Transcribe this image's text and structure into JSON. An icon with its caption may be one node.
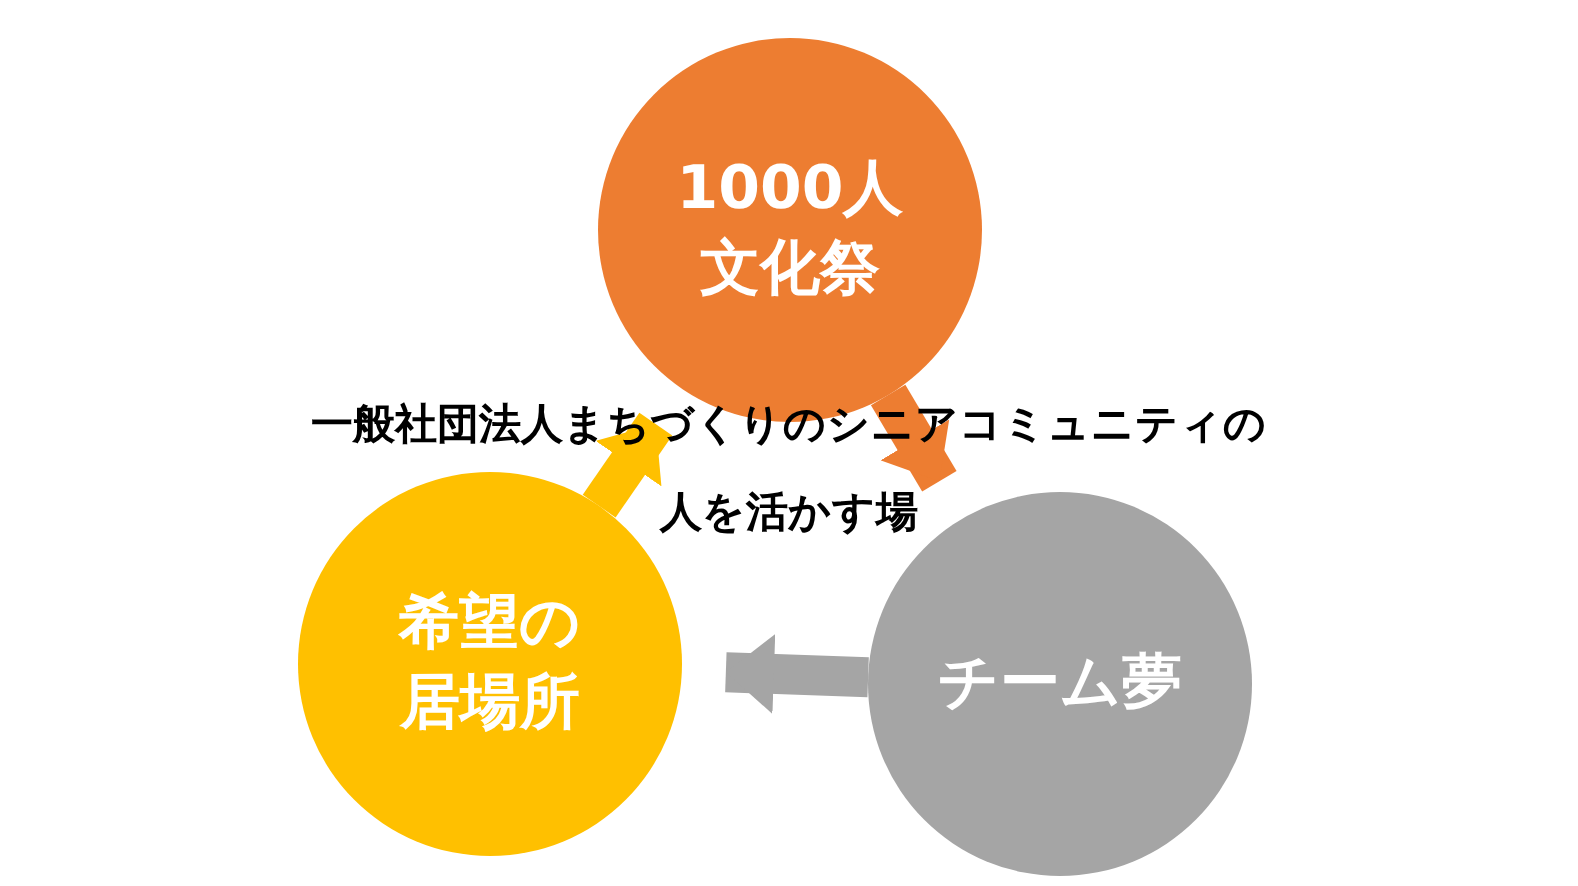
{
  "diagram": {
    "nodes": [
      {
        "text": [
          "1000人文化祭"
        ]
      },
      {
        "text": [
          "チーム夢"
        ]
      },
      {
        "text": [
          "希望の居場所"
        ]
      }
    ],
    "edges": [
      {
        "from": 0,
        "to": 1,
        "arrow": "to",
        "color": "#ed7d31"
      },
      {
        "from": 1,
        "to": 2,
        "arrow": "to",
        "color": "#a5a5a5"
      },
      {
        "from": 2,
        "to": 0,
        "arrow": "to",
        "color": "#ffc000"
      }
    ],
    "labels": [
      "一般社団法人まちづくりのシニアコミュニティの人を活かす場"
    ]
  }
}
